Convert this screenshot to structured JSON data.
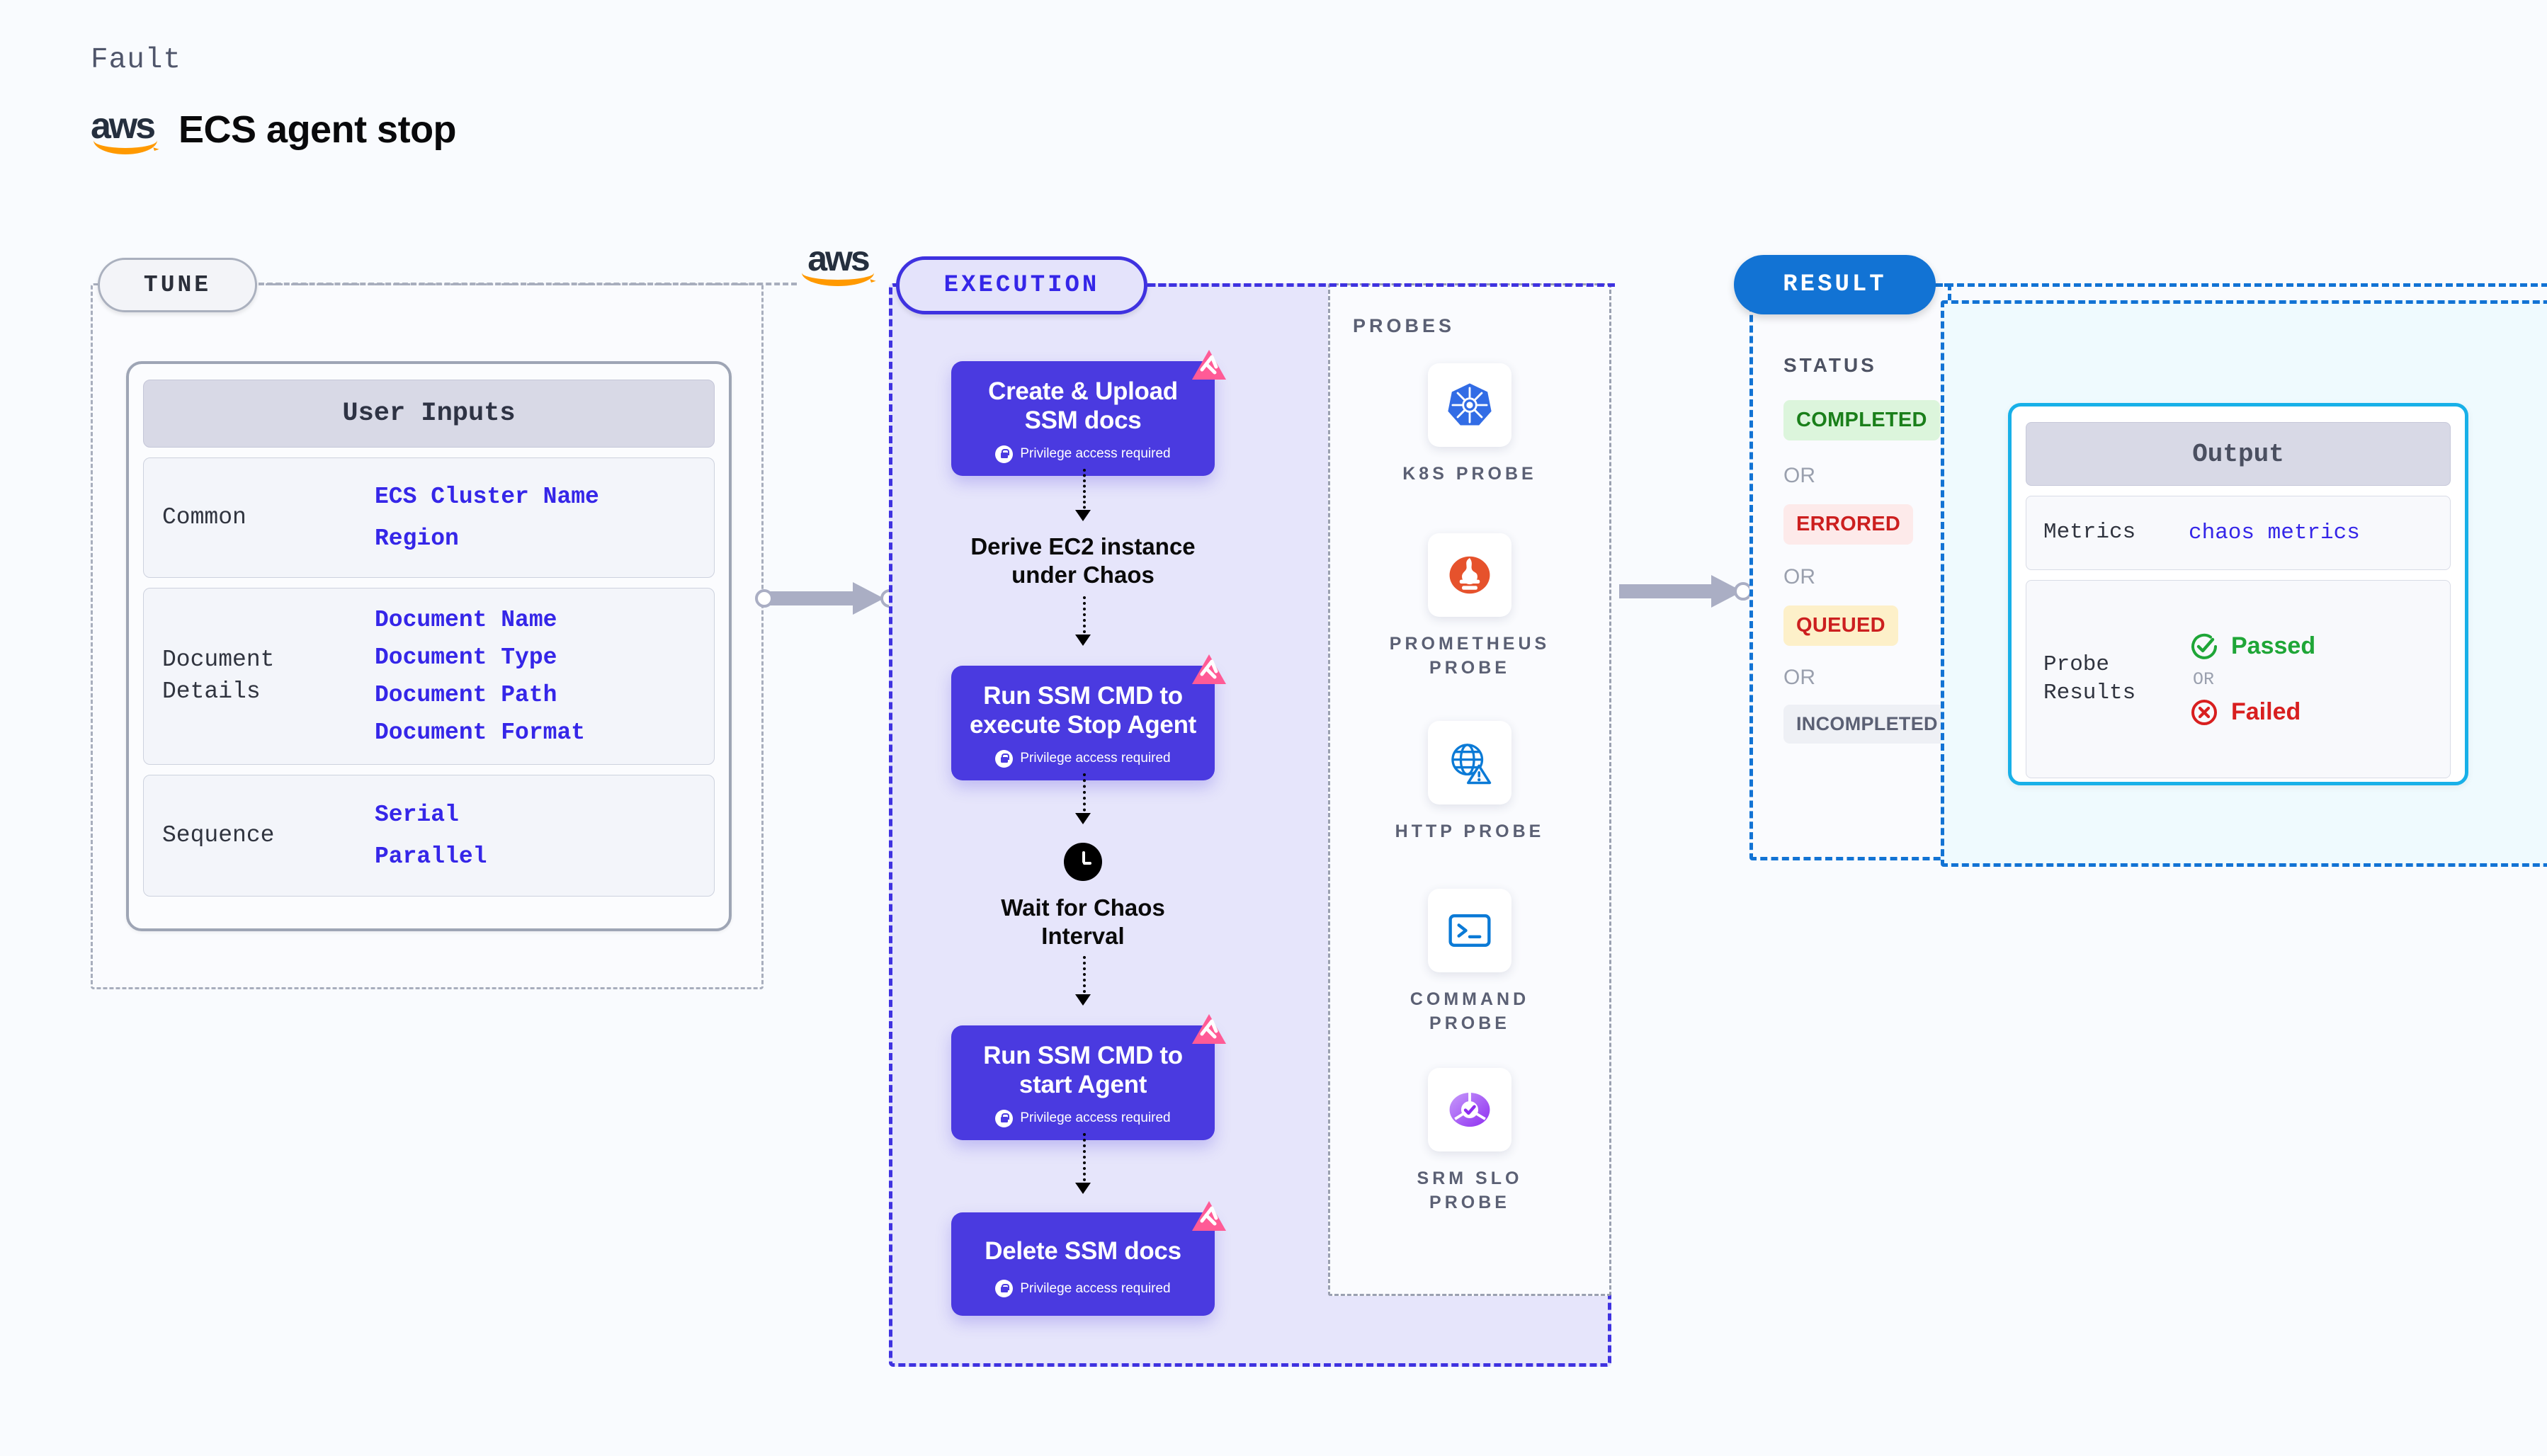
{
  "header": {
    "kicker": "Fault",
    "title": "ECS agent stop",
    "logo": "aws-logo",
    "logo_text": "aws"
  },
  "tune": {
    "pill_label": "TUNE",
    "logo": "aws-logo",
    "card_title": "User Inputs",
    "groups": [
      {
        "label": "Common",
        "values": [
          "ECS Cluster Name",
          "Region"
        ]
      },
      {
        "label": "Document\nDetails",
        "values": [
          "Document Name",
          "Document Type",
          "Document Path",
          "Document Format"
        ]
      },
      {
        "label": "Sequence",
        "values": [
          "Serial",
          "Parallel"
        ]
      }
    ]
  },
  "execution": {
    "pill_label": "EXECUTION",
    "privilege_note": "Privilege access required",
    "steps": [
      {
        "type": "node",
        "label": "Create & Upload\nSSM docs",
        "privileged": true
      },
      {
        "type": "text",
        "label": "Derive EC2 instance\nunder Chaos"
      },
      {
        "type": "node",
        "label": "Run SSM CMD to\nexecute Stop Agent",
        "privileged": true
      },
      {
        "type": "clock",
        "label": "Wait for Chaos\nInterval"
      },
      {
        "type": "node",
        "label": "Run SSM CMD to\nstart Agent",
        "privileged": true
      },
      {
        "type": "node",
        "label": "Delete SSM docs",
        "privileged": true
      }
    ]
  },
  "probes": {
    "section_label": "PROBES",
    "items": [
      {
        "label": "K8S PROBE",
        "icon": "kubernetes-icon"
      },
      {
        "label": "PROMETHEUS\nPROBE",
        "icon": "prometheus-icon"
      },
      {
        "label": "HTTP PROBE",
        "icon": "http-globe-icon"
      },
      {
        "label": "COMMAND\nPROBE",
        "icon": "terminal-icon"
      },
      {
        "label": "SRM SLO\nPROBE",
        "icon": "slo-donut-icon"
      }
    ]
  },
  "result": {
    "pill_label": "RESULT",
    "status_label": "STATUS",
    "or_text": "OR",
    "statuses": [
      {
        "label": "COMPLETED",
        "color": "#1a7f1a",
        "bg": "#dcf5dc"
      },
      {
        "label": "ERRORED",
        "color": "#cc1f1f",
        "bg": "#fdeaea"
      },
      {
        "label": "QUEUED",
        "color": "#cc1f1f",
        "bg": "#fdf0c9"
      },
      {
        "label": "INCOMPLETED",
        "color": "#5b6074",
        "bg": "#eef0f5"
      }
    ]
  },
  "output": {
    "card_title": "Output",
    "metrics_label": "Metrics",
    "metrics_value": "chaos metrics",
    "probe_results_label": "Probe\nResults",
    "passed_label": "Passed",
    "failed_label": "Failed",
    "or_text": "OR",
    "passed_color": "#1fa637",
    "failed_color": "#d81f1f"
  },
  "colors": {
    "canvas_bg": "#f9fbfe",
    "tune_border": "#a8aebd",
    "exec_border": "#3f32e0",
    "exec_bg": "#e6e5fb",
    "node_bg": "#4a3ae0",
    "result_border": "#1273d4",
    "result_pill_bg": "#1273d4",
    "output_bg": "#effafe",
    "output_card_border": "#18b0e8",
    "accent_mono_text": "#3526e8",
    "litmus_pink": "#ff5b96"
  }
}
